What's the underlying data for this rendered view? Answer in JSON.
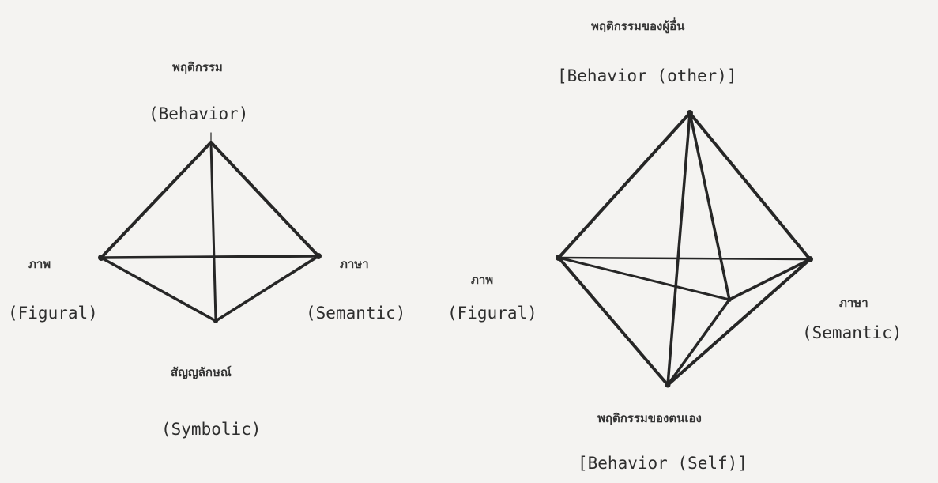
{
  "left_diagram": {
    "top_thai": "พฤติกรรม",
    "top_eng": "(Behavior)",
    "left_thai": "ภาพ",
    "left_eng": "(Figural)",
    "right_thai": "ภาษา",
    "right_eng": "(Semantic)",
    "bottom_thai": "สัญญลักษณ์",
    "bottom_eng": "(Symbolic)"
  },
  "right_diagram": {
    "top_thai": "พฤติกรรมของผู้อื่น",
    "top_eng": "[Behavior (other)]",
    "left_thai": "ภาพ",
    "left_eng": "(Figural)",
    "right_thai": "ภาษา",
    "right_eng": "(Semantic)",
    "bottom_thai": "พฤติกรรมของตนเอง",
    "bottom_eng": "[Behavior (Self)]"
  },
  "colors": {
    "ink": "#262626",
    "paper": "#f4f3f1"
  }
}
